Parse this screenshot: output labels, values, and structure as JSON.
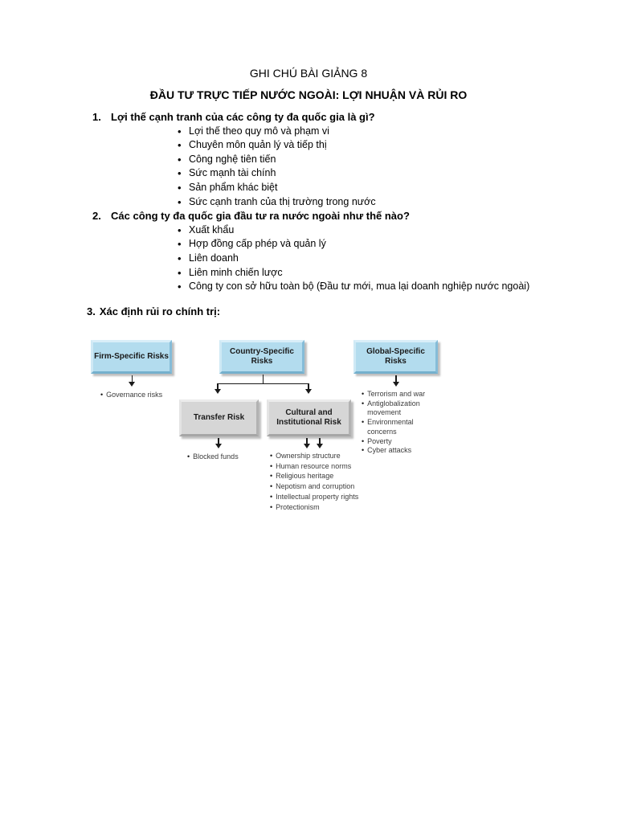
{
  "doc": {
    "title": "GHI CHÚ BÀI GIẢNG 8",
    "subtitle": "ĐẦU TƯ TRỰC TIẾP NƯỚC NGOÀI: LỢI NHUẬN VÀ RỦI RO"
  },
  "sections": [
    {
      "number": "1.",
      "heading": "Lợi thế cạnh tranh của các công ty đa quốc gia là gì?",
      "bullets": [
        "Lợi thế theo quy mô và phạm vi",
        "Chuyên môn quản lý và tiếp thị",
        "Công nghệ tiên tiến",
        "Sức mạnh tài chính",
        "Sản phẩm khác biệt",
        "Sức cạnh tranh của thị trường trong nước"
      ]
    },
    {
      "number": "2.",
      "heading": "Các công ty đa quốc gia đầu tư ra nước ngoài như thế nào?",
      "bullets": [
        "Xuất khẩu",
        "Hợp đồng cấp phép và quản lý",
        "Liên doanh",
        "Liên minh chiến lược",
        "Công ty con sở hữu toàn bộ (Đầu tư mới, mua lại doanh nghiệp nước ngoài)"
      ]
    },
    {
      "number": "3.",
      "heading": "Xác định rủi ro chính trị:"
    }
  ],
  "diagram": {
    "boxes": {
      "firm": {
        "label": "Firm-Specific Risks"
      },
      "country": {
        "label": "Country-Specific Risks"
      },
      "global": {
        "label": "Global-Specific Risks"
      },
      "transfer": {
        "label": "Transfer Risk"
      },
      "cultural": {
        "label": "Cultural and Institutional Risk"
      }
    },
    "firm_items": [
      "Governance risks"
    ],
    "transfer_items": [
      "Blocked funds"
    ],
    "cultural_items": [
      "Ownership structure",
      "Human resource norms",
      "Religious heritage",
      "Nepotism and corruption",
      "Intellectual property rights",
      "Protectionism"
    ],
    "global_items": [
      "Terrorism and war",
      "Antiglobalization movement",
      "Environmental concerns",
      "Poverty",
      "Cyber attacks"
    ],
    "colors": {
      "box_blue": "#b3dcee",
      "box_gray": "#d6d6d6"
    }
  }
}
